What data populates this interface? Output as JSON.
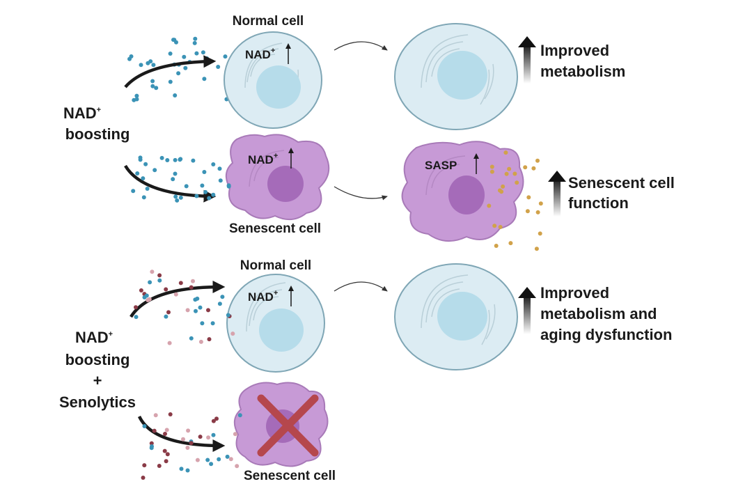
{
  "panel_top": {
    "treatment": {
      "line1": "NAD",
      "sup": "+",
      "line2": "boosting"
    },
    "normal_cell": {
      "title": "Normal cell",
      "inner_label": "NAD",
      "inner_sup": "+"
    },
    "senescent_cell": {
      "title": "Senescent cell",
      "inner_label": "NAD",
      "inner_sup": "+"
    },
    "normal_outcome": {
      "line1": "Improved",
      "line2": "metabolism"
    },
    "senescent_outcome": {
      "inner_label": "SASP",
      "line1": "Senescent cell",
      "line2": "function"
    }
  },
  "panel_bottom": {
    "treatment": {
      "line1": "NAD",
      "sup": "+",
      "line2": "boosting",
      "line3": "+",
      "line4": "Senolytics"
    },
    "normal_cell": {
      "title": "Normal cell",
      "inner_label": "NAD",
      "inner_sup": "+"
    },
    "senescent_cell": {
      "title": "Senescent cell"
    },
    "normal_outcome": {
      "line1": "Improved",
      "line2": "metabolism and",
      "line3": "aging dysfunction"
    }
  },
  "colors": {
    "normal_cell_fill": "#dcecf3",
    "normal_cell_stroke": "#7fa6b5",
    "nucleus_normal": "#b6dcea",
    "senescent_fill": "#c79ad6",
    "senescent_stroke": "#a87ab8",
    "nucleus_senescent": "#a56bb9",
    "nad_particle": "#3b93b6",
    "senolytic_particle": "#8a3b47",
    "pink_particle": "#d6a3ad",
    "sasp_particle": "#d1a24a",
    "cross": "#b5474d",
    "arrow": "#1a1a1a"
  }
}
